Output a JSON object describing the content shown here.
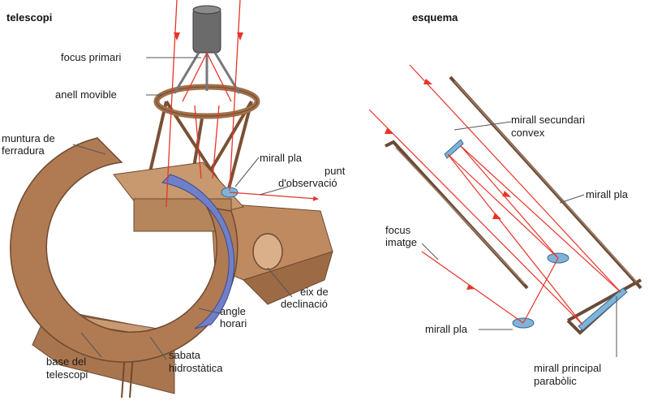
{
  "headings": {
    "left": "telescopi",
    "right": "esquema"
  },
  "telescope_labels": {
    "focus_primari": "focus primari",
    "anell_movible": "anell movible",
    "muntura_line1": "muntura de",
    "muntura_line2": "ferradura",
    "mirall_pla": "mirall pla",
    "punt_line1": "punt",
    "punt_line2": "d'observació",
    "eix_line1": "eix de",
    "eix_line2": "declinació",
    "angle_line1": "angle",
    "angle_line2": "horari",
    "base_line1": "base del",
    "base_line2": "telescopi",
    "sabata_line1": "sabata",
    "sabata_line2": "hidrostàtica"
  },
  "schema_labels": {
    "secundari_line1": "mirall secundari",
    "secundari_line2": "convex",
    "mirall_pla_right": "mirall pla",
    "focus_line1": "focus",
    "focus_line2": "imatge",
    "mirall_pla_bottom": "mirall pla",
    "principal_line1": "mirall principal",
    "principal_line2": "parabòlic"
  },
  "colors": {
    "ray": "#e8342a",
    "mount": "#b07a52",
    "mount_dark": "#8a5a38",
    "mirror": "#7fb3d8",
    "ring_blue": "#7080c8",
    "tube_outline": "#6a4a36"
  }
}
